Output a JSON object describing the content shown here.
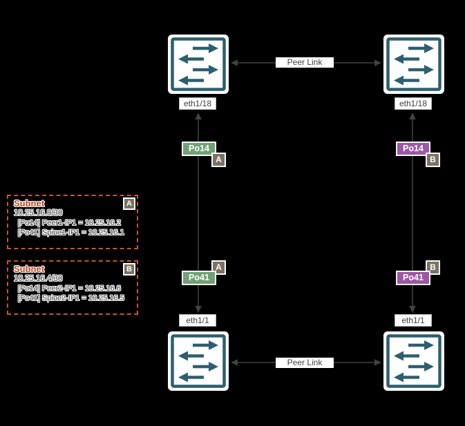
{
  "colors": {
    "background": "#000000",
    "switch_teal": "#2d5f6e",
    "po_green": "#73a077",
    "po_purple": "#9c57a5",
    "zone_badge_gray": "#7b7164",
    "subnet_title_orange": "#c1451d",
    "subnet_border_orange": "#c3582c",
    "connector_gray": "#424242"
  },
  "icons": {
    "switch": "switch-arrows-icon"
  },
  "labels": {
    "peer_link_top": "Peer Link",
    "peer_link_bottom": "Peer Link",
    "port_top_left": "eth1/18",
    "port_top_right": "eth1/18",
    "port_bottom_left": "eth1/1",
    "port_bottom_right": "eth1/1"
  },
  "port_channels": {
    "left_po14": {
      "label": "Po14",
      "zone": "A"
    },
    "right_po14": {
      "label": "Po14",
      "zone": "B"
    },
    "left_po41": {
      "label": "Po41",
      "zone": "A"
    },
    "right_po41": {
      "label": "Po41",
      "zone": "B"
    }
  },
  "subnets": [
    {
      "title": "Subnet",
      "zone": "A",
      "cidr": "10.25.16.0/30",
      "entries": [
        "[Po14] Peer1-IP1 = 10.25.16.2",
        "[Po41] Spine1-IP1 = 10.25.16.1"
      ]
    },
    {
      "title": "Subnet",
      "zone": "B",
      "cidr": "10.25.16.4/30",
      "entries": [
        "[Po14] Peer2-IP1 = 10.25.16.6",
        "[Po41] Spine2-IP1 = 10.25.16.5"
      ]
    }
  ]
}
